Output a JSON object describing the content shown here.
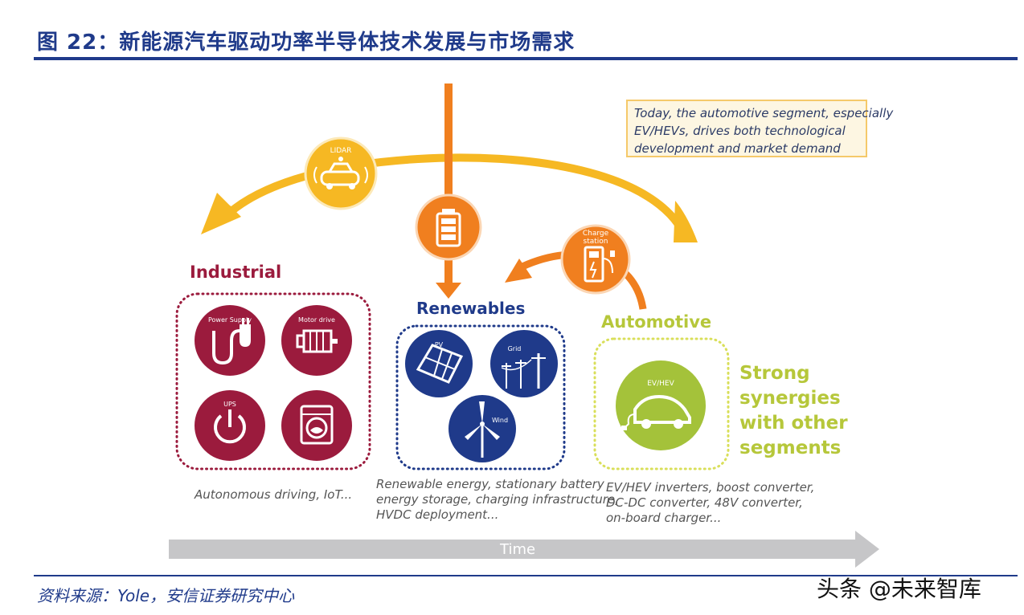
{
  "header": {
    "title": "图 22：新能源汽车驱动功率半导体技术发展与市场需求"
  },
  "note": {
    "lines": [
      "Today, the automotive segment, especially",
      "EV/HEVs, drives both technological",
      "development and market demand"
    ]
  },
  "icons": {
    "lidar_label": "LIDAR",
    "charge_label_1": "Charge",
    "charge_label_2": "station",
    "power_supply": "Power Supply",
    "motor_drive": "Motor drive",
    "ups": "UPS",
    "pv": "PV",
    "grid": "Grid",
    "wind": "Wind",
    "ev_hev": "EV/HEV"
  },
  "segments": {
    "industrial": "Industrial",
    "renewables": "Renewables",
    "automotive": "Automotive"
  },
  "synergies": [
    "Strong",
    "synergies",
    "with other",
    "segments"
  ],
  "captions": {
    "industrial": [
      "Autonomous driving, IoT..."
    ],
    "renewables": [
      "Renewable energy, stationary battery",
      "energy storage, charging infrastructure,",
      "HVDC deployment..."
    ],
    "automotive": [
      "EV/HEV inverters, boost converter,",
      "DC-DC converter, 48V converter,",
      "on-board charger..."
    ]
  },
  "timeline": {
    "label": "Time"
  },
  "footer": {
    "source": "资料来源：Yole，安信证券研究中心",
    "watermark": "头条 @未来智库"
  },
  "colors": {
    "industrial": "#9b1b3d",
    "renewables": "#1f3a8a",
    "automotive": "#b6c73a",
    "arrow_yellow": "#f6b823",
    "arrow_orange": "#f07f1f",
    "title_blue": "#1f3a8a"
  }
}
